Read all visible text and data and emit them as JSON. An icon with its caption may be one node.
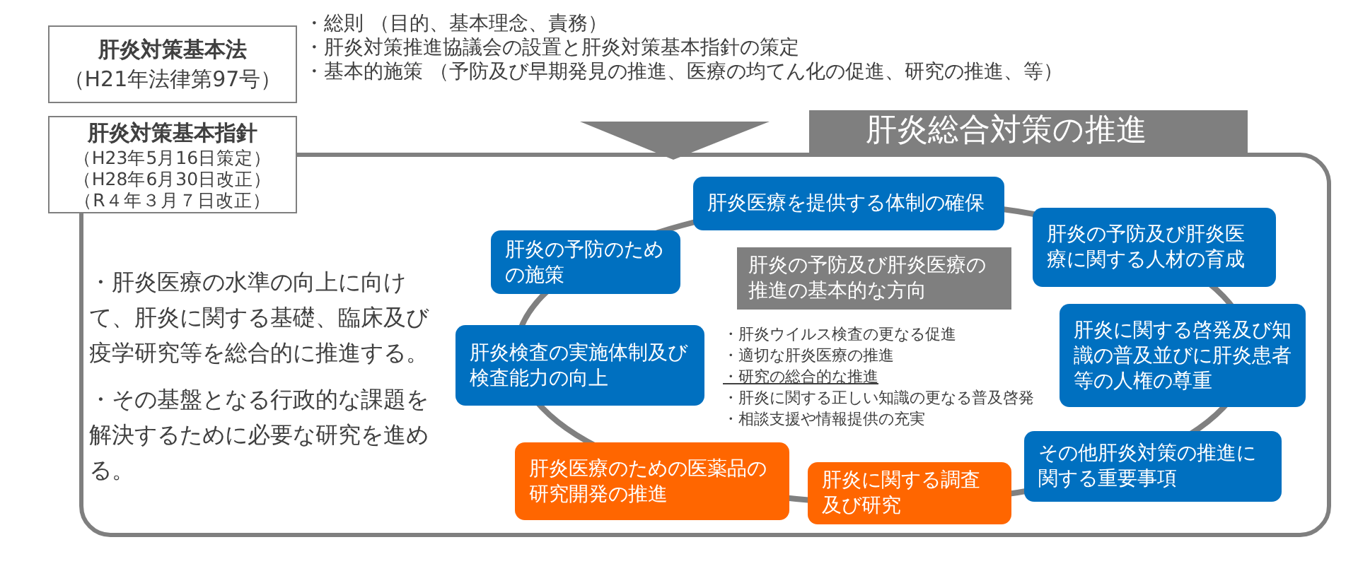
{
  "diagram": {
    "nodes": [
      {
        "text": [
          "肝炎対策基本法",
          "（H21年法律第97号）"
        ]
      },
      {
        "text": [
          "肝炎対策基本指針",
          "（H23年5月16日策定）",
          "（H28年6月30日改正）",
          "（R４年３月７日改正）"
        ]
      },
      {
        "text": [
          "肝炎総合対策の推進"
        ]
      },
      {
        "text": [
          "肝炎の予防及び肝炎医療の推進の基本的な方向"
        ],
        "in": 2,
        "beside": [
          "・肝炎ウイルス検査の更なる促進",
          "・適切な肝炎医療の推進",
          "・研究の総合的な推進",
          "・肝炎に関する正しい知識の更なる普及啓発",
          "・相談支援や情報提供の充実"
        ]
      },
      {
        "text": [
          "肝炎医療を提供する体制の確保"
        ],
        "in": 2
      },
      {
        "text": [
          "肝炎の予防のための施策"
        ],
        "in": 2
      },
      {
        "text": [
          "肝炎の予防及び肝炎医療に関する人材の育成"
        ],
        "in": 2
      },
      {
        "text": [
          "肝炎検査の実施体制及び検査能力の向上"
        ],
        "in": 2
      },
      {
        "text": [
          "肝炎に関する啓発及び知識の普及並びに肝炎患者等の人権の尊重"
        ],
        "in": 2
      },
      {
        "text": [
          "肝炎医療のための医薬品の研究開発の推進"
        ],
        "in": 2
      },
      {
        "text": [
          "肝炎に関する調査及び研究"
        ],
        "in": 2
      },
      {
        "text": [
          "その他肝炎対策の推進に関する重要事項"
        ],
        "in": 2
      }
    ],
    "edges": [],
    "labels": [
      "・総則 （目的、基本理念、責務）",
      "・肝炎対策推進協議会の設置と肝炎対策基本指針の策定",
      "・基本的施策 （予防及び早期発見の推進、医療の均てん化の促進、研究の推進、等）",
      "・肝炎医療の水準の向上に向けて、肝炎に関する基礎、臨床及び疫学研究等を総合的に推進する。",
      "・その基盤となる行政的な課題を解決するために必要な研究を進める。"
    ]
  }
}
